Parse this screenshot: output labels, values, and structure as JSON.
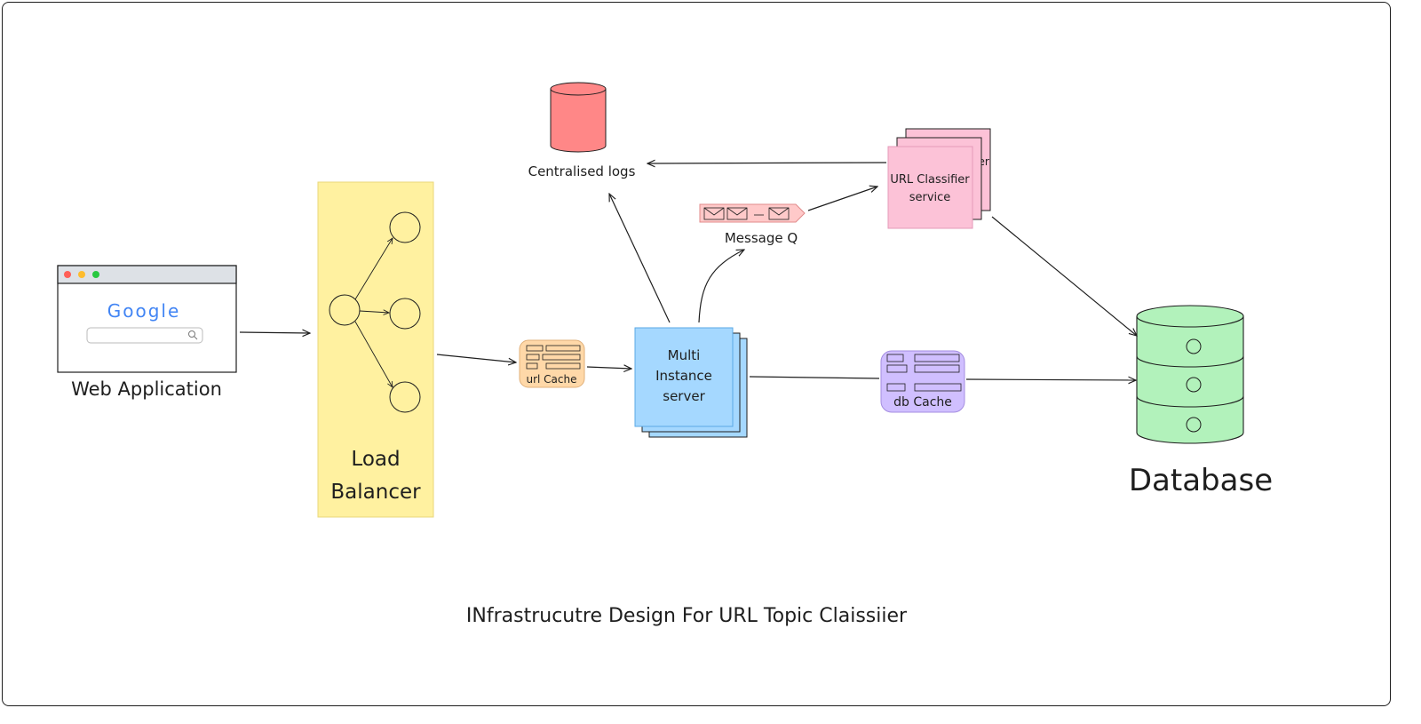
{
  "diagram": {
    "title": "INfrastrucutre Design For URL Topic Claissiier",
    "nodes": {
      "web_app": {
        "label": "Web Application",
        "logo_text": "Google"
      },
      "load_balancer": {
        "label_line1": "Load",
        "label_line2": "Balancer"
      },
      "url_cache": {
        "label": "url Cache"
      },
      "server": {
        "label_line1": "Multi",
        "label_line2": "Instance",
        "label_line3": "server"
      },
      "logs": {
        "label": "Centralised logs"
      },
      "message_queue": {
        "label": "Message Q"
      },
      "classifier": {
        "label_line1": "URL Classifier",
        "label_line2": "service",
        "back_fragment": "ier"
      },
      "db_cache": {
        "label": "db Cache"
      },
      "database": {
        "label": "Database"
      }
    },
    "colors": {
      "load_balancer": "#fff1a0",
      "url_cache": "#ffd8a8",
      "server": "#a5d8ff",
      "logs": "#ff8787",
      "message_queue": "#ffc9c9",
      "classifier": "#fcc2d7",
      "db_cache": "#d0bfff",
      "database": "#b2f2bb",
      "stroke": "#1e1e1e"
    }
  }
}
